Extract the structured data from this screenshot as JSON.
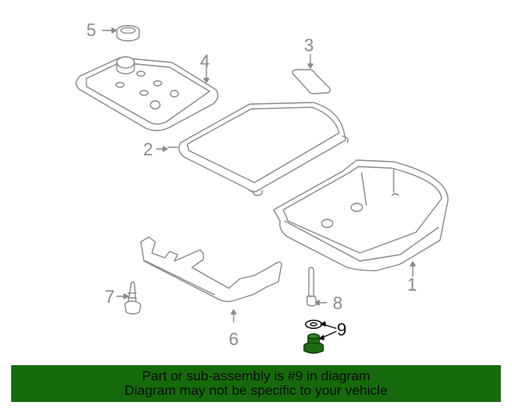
{
  "diagram": {
    "callouts": [
      {
        "number": "1",
        "part": "transmission-oil-pan"
      },
      {
        "number": "2",
        "part": "pan-gasket"
      },
      {
        "number": "3",
        "part": "magnet"
      },
      {
        "number": "4",
        "part": "filter"
      },
      {
        "number": "5",
        "part": "filter-seal"
      },
      {
        "number": "6",
        "part": "shield-bracket"
      },
      {
        "number": "7",
        "part": "bolt"
      },
      {
        "number": "8",
        "part": "stud"
      },
      {
        "number": "9",
        "part": "drain-plug-and-washer"
      }
    ],
    "highlighted_part": "9",
    "line_color": "#8a8a8a",
    "highlight_color": "#1e6b12"
  },
  "banner": {
    "line1": "Part or sub-assembly is #9 in diagram",
    "line2": "Diagram may not be specific to your vehicle",
    "background": "#156b0b"
  }
}
